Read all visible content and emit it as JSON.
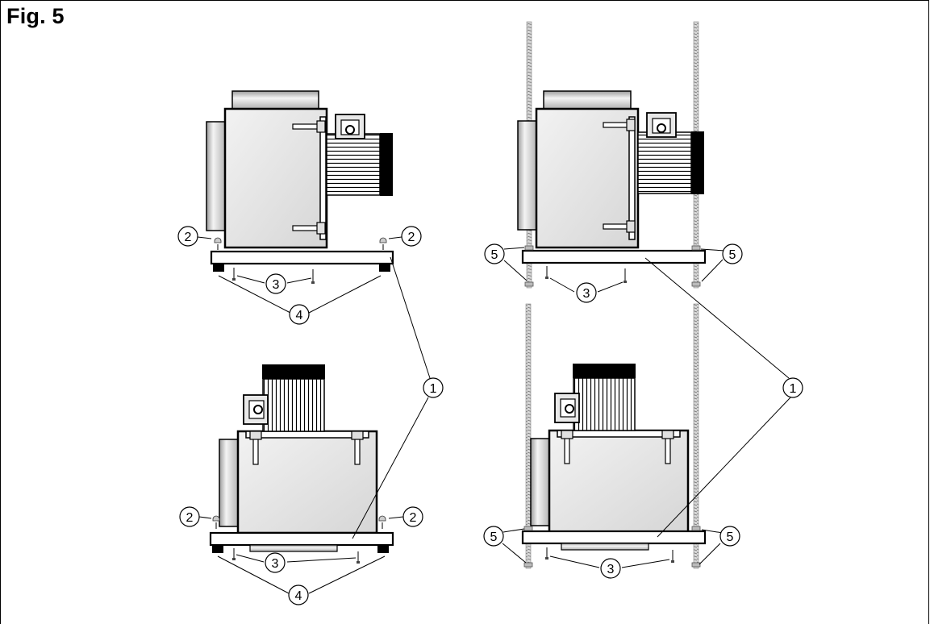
{
  "figure": {
    "title": "Fig. 5"
  },
  "callouts": {
    "c1": "1",
    "c2": "2",
    "c3": "3",
    "c4": "4",
    "c5": "5"
  },
  "colors": {
    "line": "#000000",
    "panel_fill": "#e6e6e6",
    "collar_fill": "#c9c9c9",
    "motor_fill": "#ffffff"
  }
}
